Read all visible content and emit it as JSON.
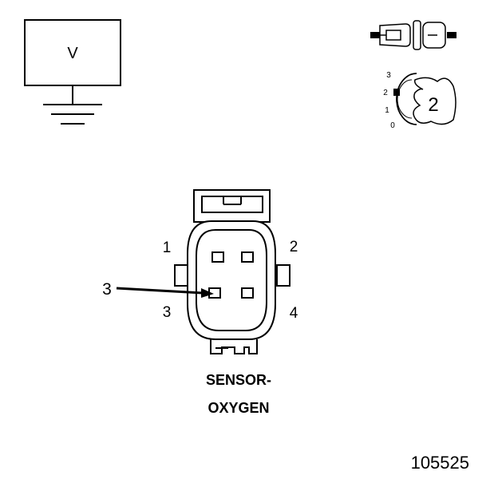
{
  "meter": {
    "label": "V"
  },
  "ignition_switch": {
    "positions": [
      "3",
      "2",
      "1",
      "0"
    ],
    "selected": "2"
  },
  "connector": {
    "pins": {
      "pin1": "1",
      "pin2": "2",
      "pin3": "3",
      "pin4": "4"
    },
    "callout": "3",
    "name_line1": "SENSOR-",
    "name_line2": "OXYGEN"
  },
  "figure_number": "105525",
  "colors": {
    "ink": "#000000",
    "background": "#ffffff"
  }
}
